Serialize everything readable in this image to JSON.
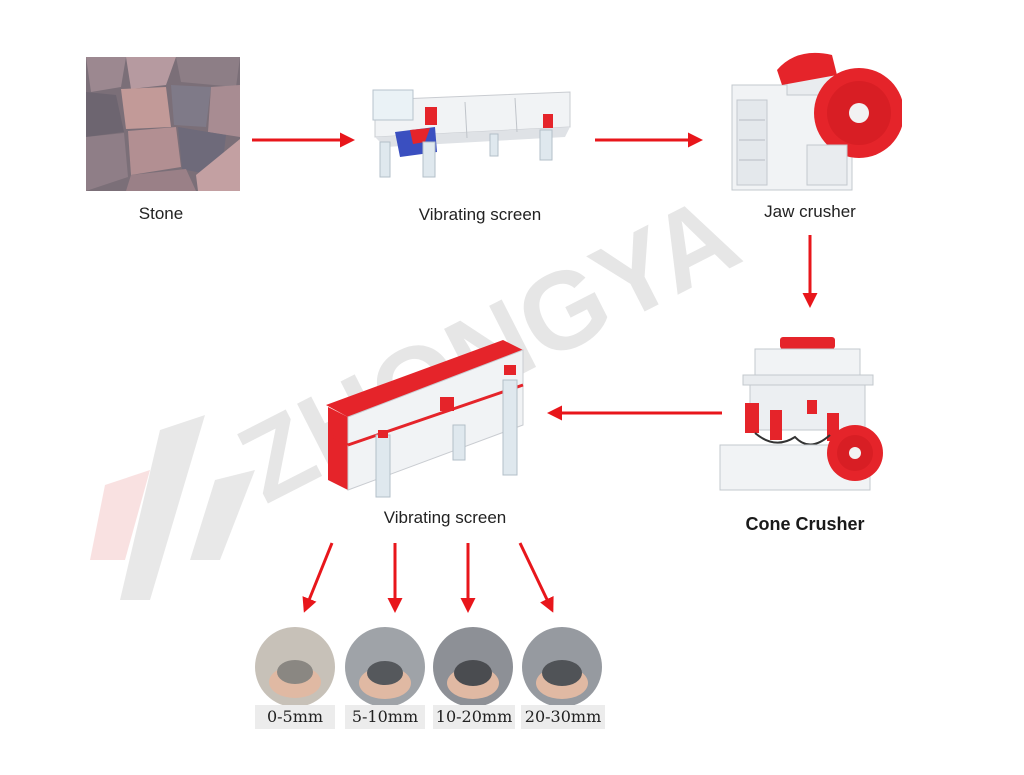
{
  "watermark": {
    "text": "ZHONGYA"
  },
  "nodes": {
    "stone": {
      "label": "Stone"
    },
    "vibrating_screen_1": {
      "label": "Vibrating screen"
    },
    "jaw_crusher": {
      "label": "Jaw crusher"
    },
    "cone_crusher": {
      "label": "Cone Crusher"
    },
    "vibrating_screen_2": {
      "label": "Vibrating screen"
    }
  },
  "outputs": [
    {
      "label": "0-5mm"
    },
    {
      "label": "5-10mm"
    },
    {
      "label": "10-20mm"
    },
    {
      "label": "20-30mm"
    }
  ],
  "colors": {
    "arrow": "#e8161b",
    "machine_red": "#e5242a",
    "machine_white": "#f3f4f6"
  }
}
